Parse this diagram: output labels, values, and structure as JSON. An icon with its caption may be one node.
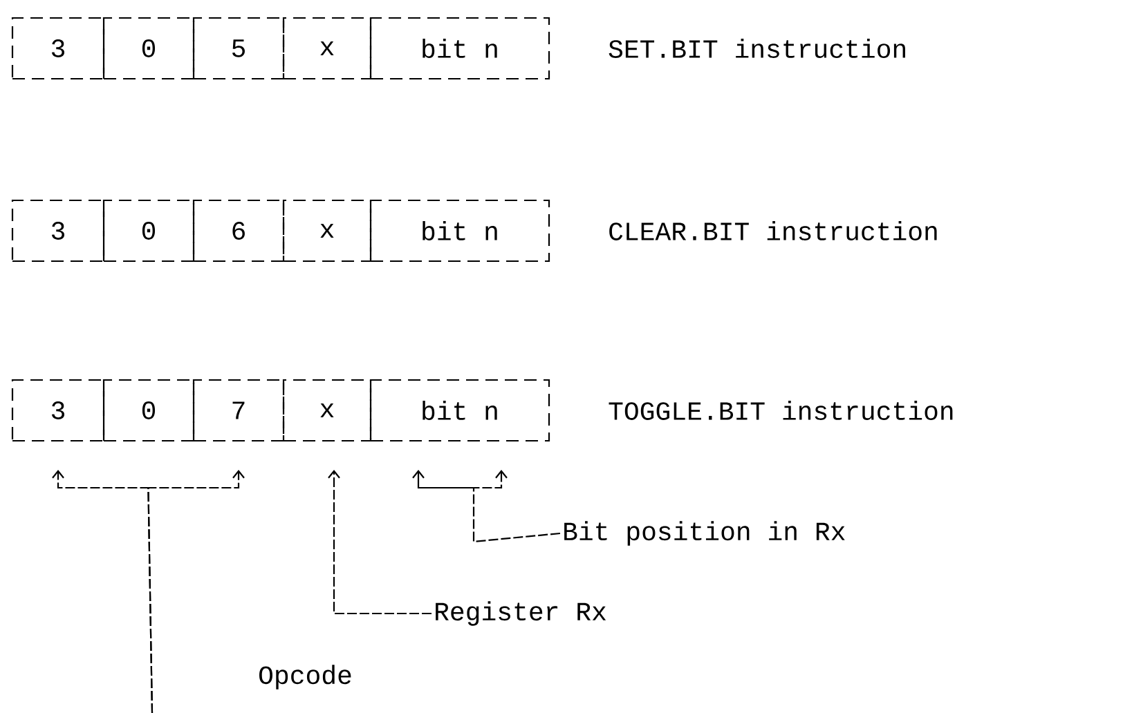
{
  "diagram": {
    "nodes": [
      {
        "text": [
          "3"
        ]
      },
      {
        "text": [
          "0"
        ]
      },
      {
        "text": [
          "5"
        ]
      },
      {
        "text": [
          "x"
        ]
      },
      {
        "text": [
          "bit n"
        ]
      },
      {
        "text": [
          "3"
        ]
      },
      {
        "text": [
          "0"
        ]
      },
      {
        "text": [
          "6"
        ]
      },
      {
        "text": [
          "x"
        ]
      },
      {
        "text": [
          "bit n"
        ]
      },
      {
        "text": [
          "3"
        ]
      },
      {
        "text": [
          "0"
        ]
      },
      {
        "text": [
          "7"
        ]
      },
      {
        "text": [
          "x"
        ]
      },
      {
        "text": [
          "bit n"
        ]
      },
      {
        "text": [
          "Bit position in Rx"
        ]
      },
      {
        "text": [
          "Register Rx"
        ]
      },
      {
        "text": [
          "Opcode"
        ]
      }
    ],
    "edges": [
      {
        "from": 15,
        "to": 14,
        "arrow": "to"
      },
      {
        "from": 16,
        "to": 13,
        "arrow": "to"
      },
      {
        "from": 17,
        "to": 10,
        "arrow": "to"
      },
      {
        "from": 17,
        "to": 12,
        "arrow": "to"
      }
    ],
    "labels": [
      "SET.BIT instruction",
      "CLEAR.BIT instruction",
      "TOGGLE.BIT instruction"
    ]
  }
}
